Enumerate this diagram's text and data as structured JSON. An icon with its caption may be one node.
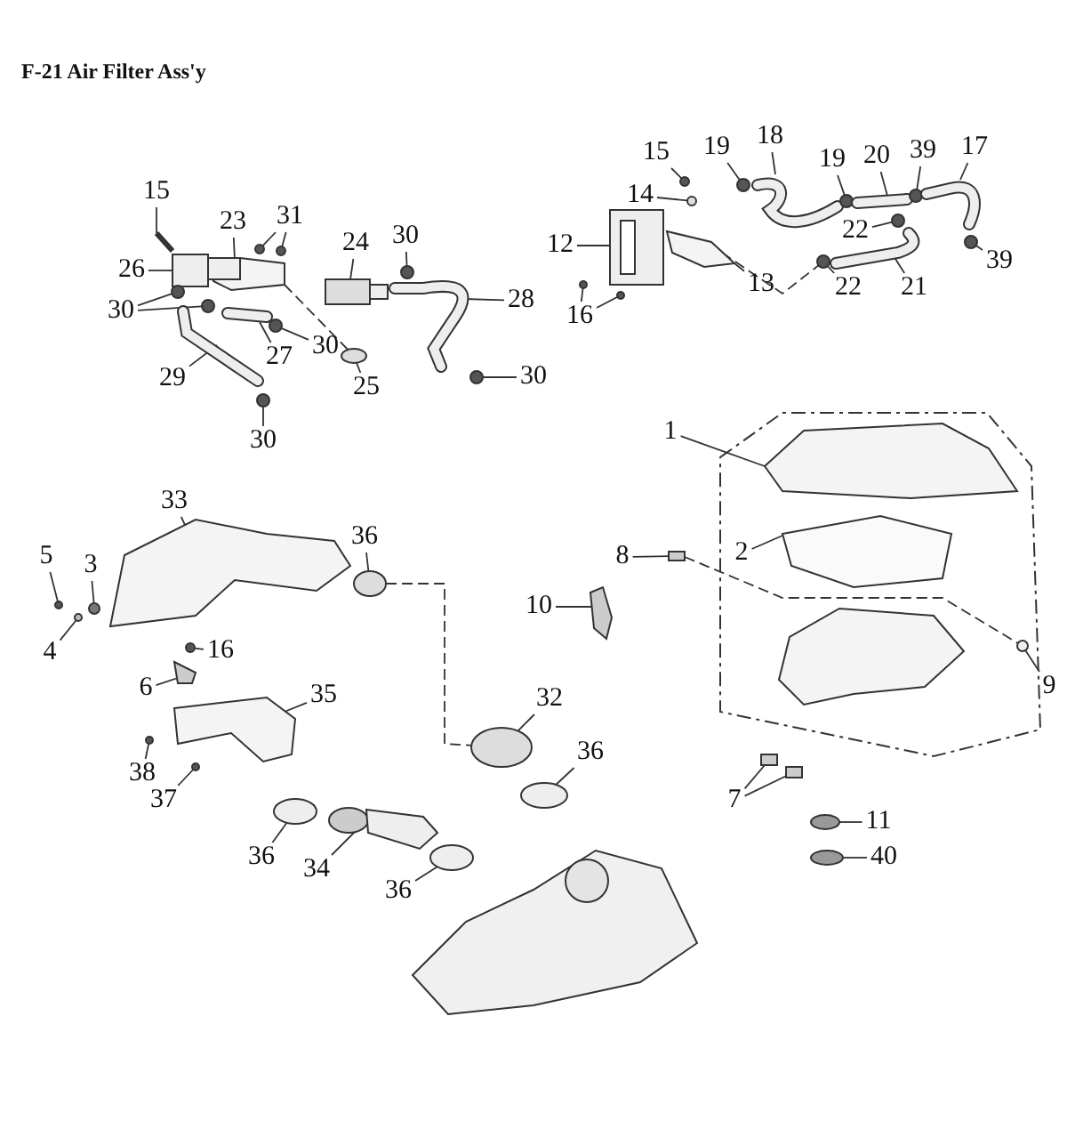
{
  "diagram": {
    "title": "F-21 Air Filter Ass'y",
    "nodes": [
      {
        "text": [
          "15"
        ]
      },
      {
        "text": [
          "23"
        ]
      },
      {
        "text": [
          "31"
        ]
      },
      {
        "text": [
          "26"
        ]
      },
      {
        "text": [
          "24"
        ]
      },
      {
        "text": [
          "30"
        ]
      },
      {
        "text": [
          "30"
        ]
      },
      {
        "text": [
          "28"
        ]
      },
      {
        "text": [
          "27"
        ]
      },
      {
        "text": [
          "30"
        ]
      },
      {
        "text": [
          "29"
        ]
      },
      {
        "text": [
          "25"
        ]
      },
      {
        "text": [
          "30"
        ]
      },
      {
        "text": [
          "30"
        ]
      },
      {
        "text": [
          "15"
        ]
      },
      {
        "text": [
          "19"
        ]
      },
      {
        "text": [
          "18"
        ]
      },
      {
        "text": [
          "14"
        ]
      },
      {
        "text": [
          "19"
        ]
      },
      {
        "text": [
          "20"
        ]
      },
      {
        "text": [
          "39"
        ]
      },
      {
        "text": [
          "17"
        ]
      },
      {
        "text": [
          "12"
        ]
      },
      {
        "text": [
          "22"
        ]
      },
      {
        "text": [
          "13"
        ]
      },
      {
        "text": [
          "39"
        ]
      },
      {
        "text": [
          "16"
        ]
      },
      {
        "text": [
          "22"
        ]
      },
      {
        "text": [
          "21"
        ]
      },
      {
        "text": [
          "33"
        ]
      },
      {
        "text": [
          "36"
        ]
      },
      {
        "text": [
          "5"
        ]
      },
      {
        "text": [
          "3"
        ]
      },
      {
        "text": [
          "8"
        ]
      },
      {
        "text": [
          "4"
        ]
      },
      {
        "text": [
          "16"
        ]
      },
      {
        "text": [
          "10"
        ]
      },
      {
        "text": [
          "6"
        ]
      },
      {
        "text": [
          "35"
        ]
      },
      {
        "text": [
          "32"
        ]
      },
      {
        "text": [
          "38"
        ]
      },
      {
        "text": [
          "37"
        ]
      },
      {
        "text": [
          "36"
        ]
      },
      {
        "text": [
          "36"
        ]
      },
      {
        "text": [
          "34"
        ]
      },
      {
        "text": [
          "36"
        ]
      },
      {
        "text": [
          "1"
        ]
      },
      {
        "text": [
          "2"
        ]
      },
      {
        "text": [
          "9"
        ]
      },
      {
        "text": [
          "7"
        ]
      },
      {
        "text": [
          "11"
        ]
      },
      {
        "text": [
          "40"
        ]
      },
      {
        "text": [],
        "shape": "picture"
      },
      {
        "text": [],
        "shape": "picture"
      },
      {
        "text": [],
        "shape": "circle"
      },
      {
        "text": [],
        "shape": "circle"
      },
      {
        "text": [],
        "shape": "box"
      },
      {
        "text": [],
        "shape": "box"
      },
      {
        "text": [],
        "shape": "circle"
      },
      {
        "text": [],
        "shape": "circle"
      },
      {
        "text": [],
        "shape": "circle"
      },
      {
        "text": [],
        "shape": "picture"
      },
      {
        "text": [],
        "shape": "picture"
      },
      {
        "text": [],
        "shape": "circle"
      },
      {
        "text": [],
        "shape": "picture"
      },
      {
        "text": [],
        "shape": "ellipse"
      },
      {
        "text": [],
        "shape": "circle"
      },
      {
        "text": [],
        "shape": "circle"
      },
      {
        "text": [],
        "shape": "circle"
      },
      {
        "text": [],
        "shape": "circle"
      },
      {
        "text": [],
        "shape": "picture"
      },
      {
        "text": [],
        "shape": "circle"
      },
      {
        "text": [],
        "shape": "circle"
      },
      {
        "text": [],
        "shape": "picture"
      },
      {
        "text": [],
        "shape": "circle"
      },
      {
        "text": [],
        "shape": "picture"
      },
      {
        "text": [],
        "shape": "box"
      },
      {
        "text": [],
        "shape": "circle"
      },
      {
        "text": [],
        "shape": "picture"
      },
      {
        "text": [],
        "shape": "circle"
      },
      {
        "text": [],
        "shape": "circle"
      },
      {
        "text": [],
        "shape": "circle"
      },
      {
        "text": [],
        "shape": "circle"
      },
      {
        "text": [],
        "shape": "picture"
      },
      {
        "text": [],
        "shape": "picture"
      },
      {
        "text": [],
        "shape": "ellipse"
      },
      {
        "text": [],
        "shape": "circle"
      },
      {
        "text": [],
        "shape": "circle"
      },
      {
        "text": [],
        "shape": "box"
      },
      {
        "text": [],
        "shape": "circle"
      },
      {
        "text": [],
        "shape": "circle"
      },
      {
        "text": [],
        "shape": "picture"
      },
      {
        "text": [],
        "shape": "picture"
      },
      {
        "text": [],
        "shape": "picture"
      },
      {
        "text": [],
        "shape": "ellipse"
      },
      {
        "text": [],
        "shape": "circle"
      },
      {
        "text": [],
        "shape": "circle"
      },
      {
        "text": [],
        "shape": "ellipse"
      },
      {
        "text": [],
        "shape": "ellipse"
      },
      {
        "text": [],
        "shape": "picture"
      },
      {
        "text": [],
        "shape": "ellipse"
      },
      {
        "text": [],
        "shape": "picture"
      },
      {
        "text": [],
        "shape": "picture"
      },
      {
        "text": [],
        "shape": "circle"
      },
      {
        "text": [],
        "shape": "box"
      },
      {
        "text": [],
        "shape": "box"
      },
      {
        "text": [],
        "shape": "ellipse"
      },
      {
        "text": [],
        "shape": "ellipse"
      }
    ],
    "edges": [
      {
        "from": 0,
        "to": 52,
        "arrow": "none"
      },
      {
        "from": 1,
        "to": 53,
        "arrow": "none"
      },
      {
        "from": 2,
        "to": 54,
        "arrow": "none"
      },
      {
        "from": 2,
        "to": 55,
        "arrow": "none"
      },
      {
        "from": 3,
        "to": 56,
        "arrow": "none"
      },
      {
        "from": 4,
        "to": 57,
        "arrow": "none"
      },
      {
        "from": 5,
        "to": 58,
        "arrow": "none"
      },
      {
        "from": 6,
        "to": 59,
        "arrow": "none"
      },
      {
        "from": 6,
        "to": 60,
        "arrow": "none"
      },
      {
        "from": 7,
        "to": 61,
        "arrow": "none"
      },
      {
        "from": 8,
        "to": 62,
        "arrow": "none"
      },
      {
        "from": 9,
        "to": 63,
        "arrow": "none"
      },
      {
        "from": 10,
        "to": 64,
        "arrow": "none"
      },
      {
        "from": 11,
        "to": 65,
        "arrow": "none"
      },
      {
        "from": 12,
        "to": 66,
        "arrow": "none"
      },
      {
        "from": 13,
        "to": 67,
        "arrow": "none"
      },
      {
        "from": 14,
        "to": 68,
        "arrow": "none"
      },
      {
        "from": 15,
        "to": 69,
        "arrow": "none"
      },
      {
        "from": 16,
        "to": 70,
        "arrow": "none"
      },
      {
        "from": 17,
        "to": 71,
        "arrow": "none"
      },
      {
        "from": 18,
        "to": 72,
        "arrow": "none"
      },
      {
        "from": 19,
        "to": 73,
        "arrow": "none"
      },
      {
        "from": 20,
        "to": 74,
        "arrow": "none"
      },
      {
        "from": 21,
        "to": 75,
        "arrow": "none"
      },
      {
        "from": 22,
        "to": 76,
        "arrow": "none"
      },
      {
        "from": 23,
        "to": 77,
        "arrow": "none"
      },
      {
        "from": 24,
        "to": 78,
        "arrow": "none"
      },
      {
        "from": 25,
        "to": 79,
        "arrow": "none"
      },
      {
        "from": 26,
        "to": 80,
        "arrow": "none"
      },
      {
        "from": 26,
        "to": 81,
        "arrow": "none"
      },
      {
        "from": 27,
        "to": 82,
        "arrow": "none"
      },
      {
        "from": 28,
        "to": 83,
        "arrow": "none"
      },
      {
        "from": 29,
        "to": 84,
        "arrow": "none"
      },
      {
        "from": 30,
        "to": 85,
        "arrow": "none"
      },
      {
        "from": 31,
        "to": 86,
        "arrow": "none"
      },
      {
        "from": 32,
        "to": 87,
        "arrow": "none"
      },
      {
        "from": 33,
        "to": 88,
        "arrow": "none"
      },
      {
        "from": 34,
        "to": 89,
        "arrow": "none"
      },
      {
        "from": 35,
        "to": 90,
        "arrow": "none"
      },
      {
        "from": 36,
        "to": 91,
        "arrow": "none"
      },
      {
        "from": 37,
        "to": 92,
        "arrow": "none"
      },
      {
        "from": 38,
        "to": 93,
        "arrow": "none"
      },
      {
        "from": 39,
        "to": 94,
        "arrow": "none"
      },
      {
        "from": 40,
        "to": 95,
        "arrow": "none"
      },
      {
        "from": 41,
        "to": 96,
        "arrow": "none"
      },
      {
        "from": 42,
        "to": 97,
        "arrow": "none"
      },
      {
        "from": 43,
        "to": 98,
        "arrow": "none"
      },
      {
        "from": 44,
        "to": 99,
        "arrow": "none"
      },
      {
        "from": 45,
        "to": 100,
        "arrow": "none"
      },
      {
        "from": 46,
        "to": 101,
        "arrow": "none"
      },
      {
        "from": 47,
        "to": 102,
        "arrow": "none"
      },
      {
        "from": 48,
        "to": 103,
        "arrow": "none"
      },
      {
        "from": 49,
        "to": 104,
        "arrow": "none"
      },
      {
        "from": 49,
        "to": 105,
        "arrow": "none"
      },
      {
        "from": 50,
        "to": 106,
        "arrow": "none"
      },
      {
        "from": 51,
        "to": 107,
        "arrow": "none"
      },
      {
        "from": 53,
        "to": 65,
        "arrow": "none",
        "style": "dashed"
      },
      {
        "from": 78,
        "to": 82,
        "arrow": "none",
        "style": "dashed"
      },
      {
        "from": 85,
        "to": 94,
        "arrow": "none",
        "style": "dashed"
      },
      {
        "from": 88,
        "to": 103,
        "arrow": "none",
        "style": "dashed"
      }
    ]
  }
}
